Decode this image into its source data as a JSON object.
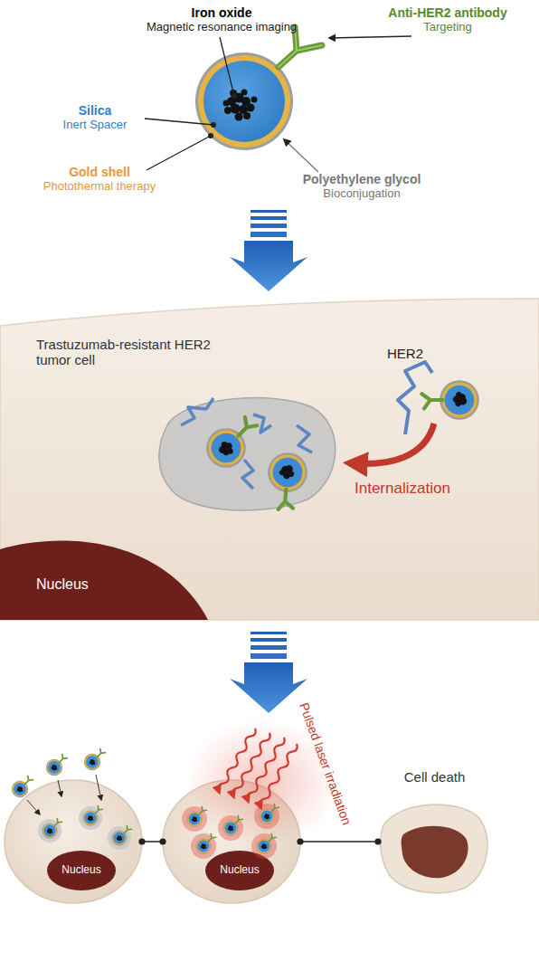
{
  "diagram": {
    "nodes": [
      {
        "text": [
          "Trastuzumab-resistant HER2 tumor cell"
        ]
      },
      {
        "text": [
          "Nucleus"
        ],
        "in": 0
      },
      {
        "text": [
          "Nucleus"
        ]
      },
      {
        "text": [
          "Nucleus"
        ]
      },
      {
        "text": [
          "Cell death"
        ]
      }
    ],
    "edges": [
      {
        "from": 2,
        "to": 3,
        "arrow": "none"
      },
      {
        "from": 3,
        "to": 4,
        "arrow": "none"
      }
    ],
    "labels": [
      "Iron oxide",
      "Magnetic resonance imaging",
      "Anti-HER2 antibody",
      "Targeting",
      "Silica",
      "Inert Spacer",
      "Gold shell",
      "Photothermal therapy",
      "Polyethylene glycol",
      "Bioconjugation",
      "HER2",
      "Internalization",
      "Pulsed laser irradiation"
    ]
  }
}
